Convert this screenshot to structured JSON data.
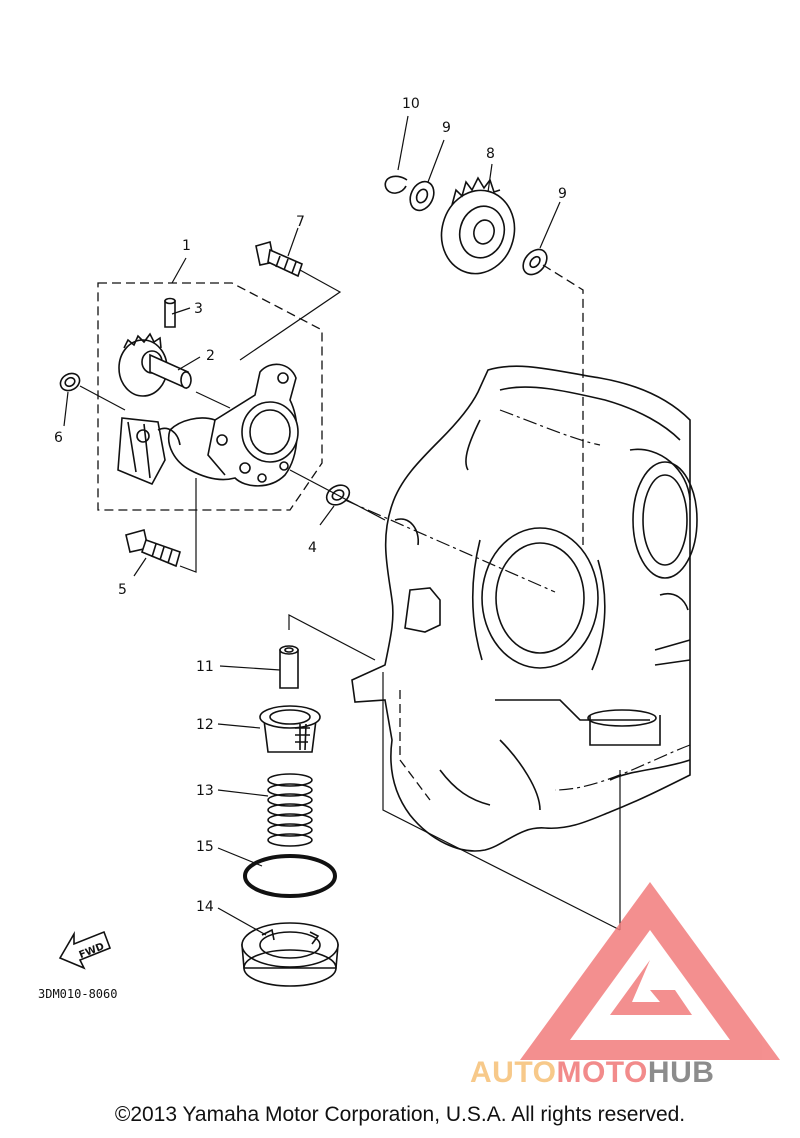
{
  "diagram": {
    "callouts": [
      {
        "id": "c1",
        "text": "1"
      },
      {
        "id": "c2",
        "text": "2"
      },
      {
        "id": "c3",
        "text": "3"
      },
      {
        "id": "c4",
        "text": "4"
      },
      {
        "id": "c5",
        "text": "5"
      },
      {
        "id": "c6",
        "text": "6"
      },
      {
        "id": "c7",
        "text": "7"
      },
      {
        "id": "c8",
        "text": "8"
      },
      {
        "id": "c9a",
        "text": "9"
      },
      {
        "id": "c9b",
        "text": "9"
      },
      {
        "id": "c10",
        "text": "10"
      },
      {
        "id": "c11",
        "text": "11"
      },
      {
        "id": "c12",
        "text": "12"
      },
      {
        "id": "c13",
        "text": "13"
      },
      {
        "id": "c14",
        "text": "14"
      },
      {
        "id": "c15",
        "text": "15"
      }
    ],
    "fwd_label": "FWD",
    "part_code": "3DM010-8060"
  },
  "watermark": {
    "part1": "AUTO",
    "part2": "MOTO",
    "part3": "HUB",
    "color_auto": "#f7c98a",
    "color_moto": "#f28b8b",
    "color_hub": "#8c8c8c",
    "logo_color": "#f27c7c"
  },
  "footer": {
    "copyright": "©2013 Yamaha Motor Corporation, U.S.A. All rights reserved."
  }
}
